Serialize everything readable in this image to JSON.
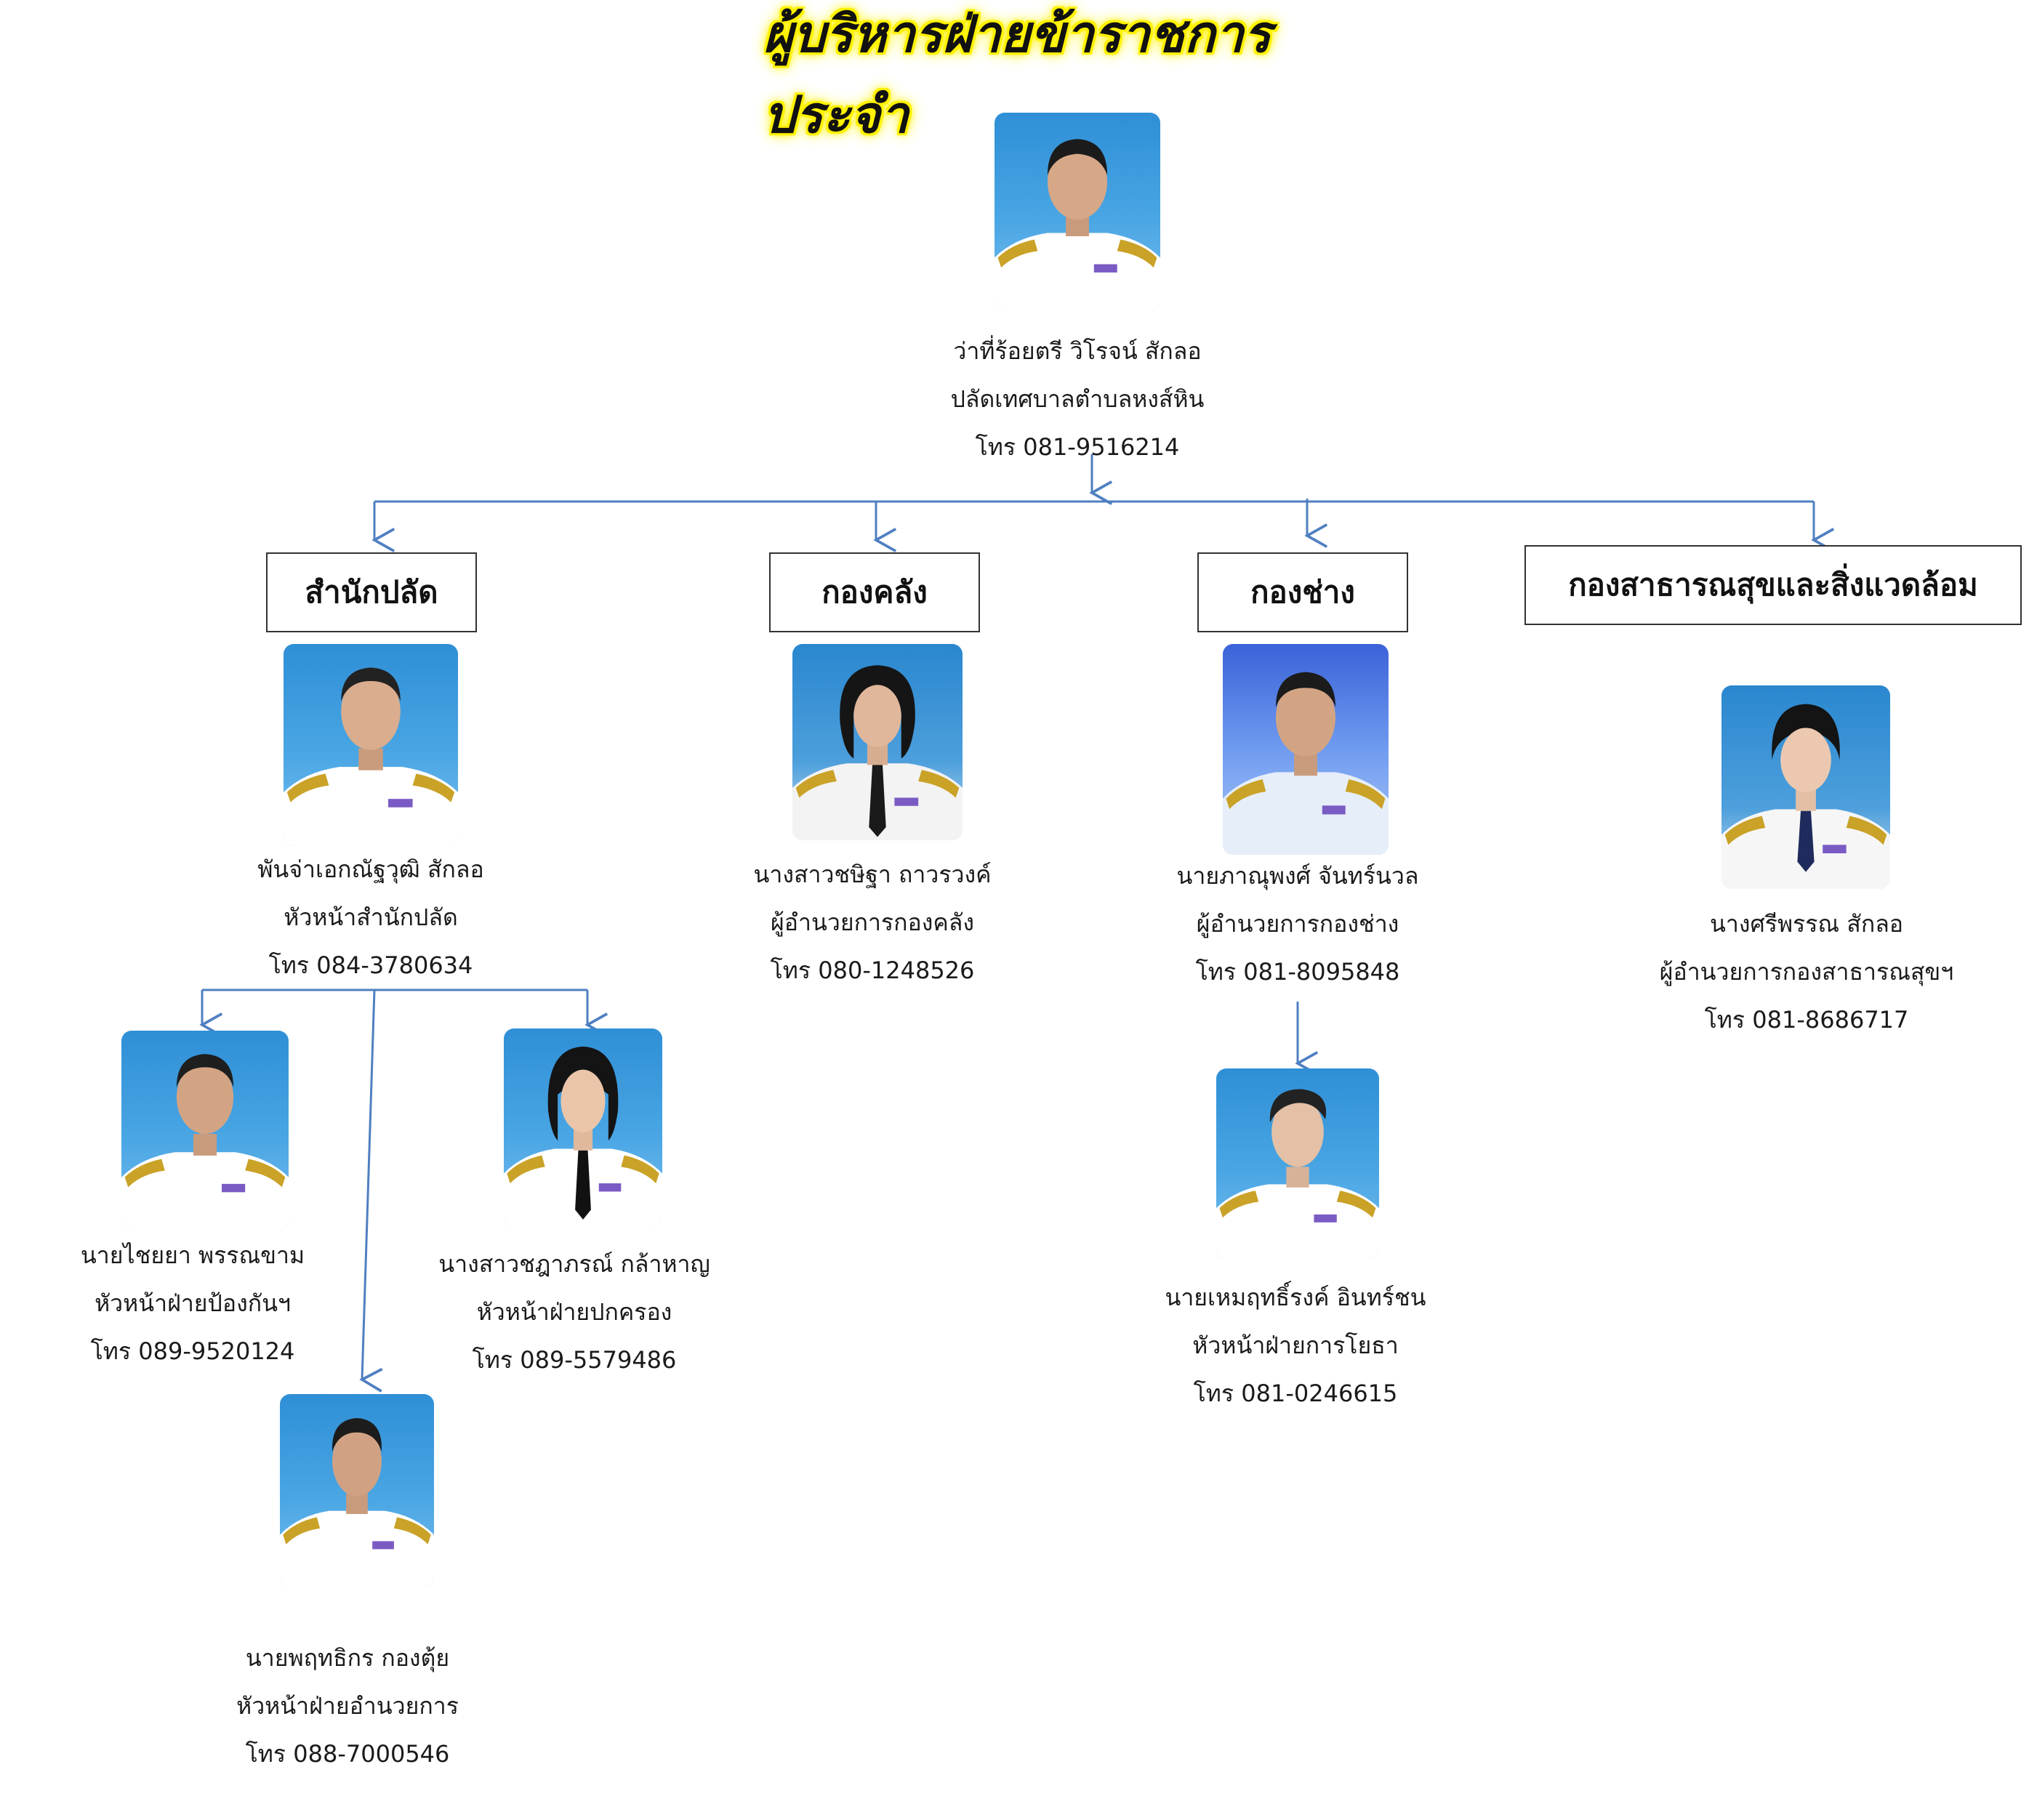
{
  "title": "ผู้บริหารฝ่ายข้าราชการประจำ",
  "line_color": "#4f7fc1",
  "title_highlight_color": "#fff200",
  "top": {
    "name": "ว่าที่ร้อยตรี วิโรจน์  สักลอ",
    "position": "ปลัดเทศบาลตำบลหงส์หิน",
    "phone": "โทร 081-9516214",
    "photo_icon": "official-portrait-icon"
  },
  "departments": [
    {
      "label": "สำนักปลัด",
      "head": {
        "name": "พันจ่าเอกณัฐวุฒิ  สักลอ",
        "position": "หัวหน้าสำนักปลัด",
        "phone": "โทร 084-3780634"
      },
      "staff": [
        {
          "name": "นายไชยยา  พรรณขาม",
          "position": "หัวหน้าฝ่ายป้องกันฯ",
          "phone": "โทร 089-9520124"
        },
        {
          "name": "นายพฤทธิกร  กองตุ้ย",
          "position": "หัวหน้าฝ่ายอำนวยการ",
          "phone": "โทร 088-7000546"
        },
        {
          "name": "นางสาวชฎาภรณ์  กล้าหาญ",
          "position": "หัวหน้าฝ่ายปกครอง",
          "phone": "โทร 089-5579486"
        }
      ]
    },
    {
      "label": "กองคลัง",
      "head": {
        "name": "นางสาวชษิฐา  ถาวรวงค์",
        "position": "ผู้อำนวยการกองคลัง",
        "phone": "โทร 080-1248526"
      }
    },
    {
      "label": "กองช่าง",
      "head": {
        "name": "นายภาณุพงศ์  จันทร์นวล",
        "position": "ผู้อำนวยการกองช่าง",
        "phone": "โทร 081-8095848"
      },
      "staff": [
        {
          "name": "นายเหมฤทธิ์รงค์  อินทร์ชน",
          "position": "หัวหน้าฝ่ายการโยธา",
          "phone": "โทร 081-0246615"
        }
      ]
    },
    {
      "label": "กองสาธารณสุขและสิ่งแวดล้อม",
      "head": {
        "name": "นางศรีพรรณ  สักลอ",
        "position": "ผู้อำนวยการกองสาธารณสุขฯ",
        "phone": "โทร 081-8686717"
      }
    }
  ]
}
